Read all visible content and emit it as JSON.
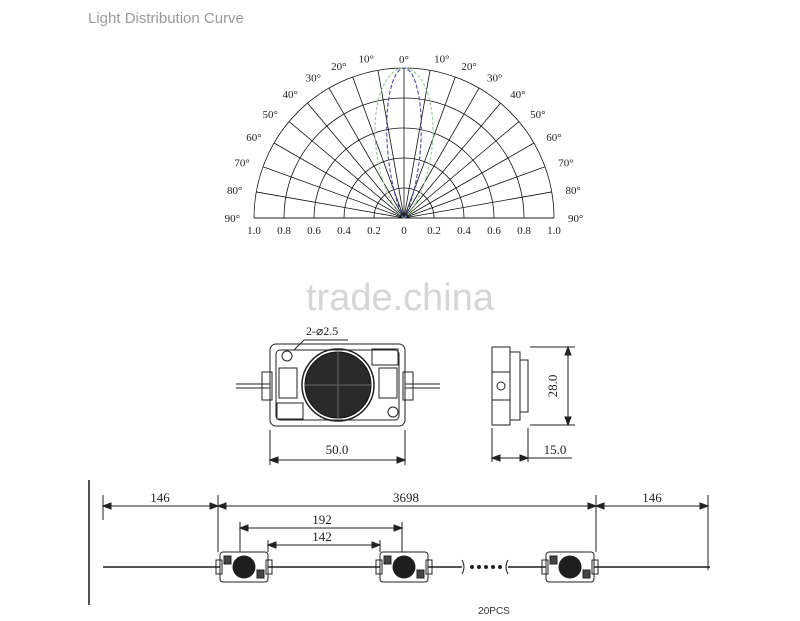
{
  "title": "Light Distribution Curve",
  "polar": {
    "angle_labels_left": [
      "10°",
      "20°",
      "30°",
      "40°",
      "50°",
      "60°",
      "70°",
      "80°",
      "90°"
    ],
    "angle_labels_right": [
      "10°",
      "20°",
      "30°",
      "40°",
      "50°",
      "60°",
      "70°",
      "80°",
      "90°"
    ],
    "angle_label_zero": "0°",
    "scale_labels": [
      "1.0",
      "0.8",
      "0.6",
      "0.4",
      "0.2",
      "0",
      "0.2",
      "0.4",
      "0.6",
      "0.8",
      "1.0"
    ],
    "curve_colors": [
      "#4a4aa8",
      "#8fcf8f"
    ]
  },
  "watermark": "trade.china",
  "module": {
    "hole_label": "2-⌀2.5",
    "width_label": "50.0",
    "height_label": "28.0",
    "depth_label": "15.0"
  },
  "chain": {
    "left_margin": "146",
    "total_length": "3698",
    "right_margin": "146",
    "pitch_outer": "192",
    "pitch_inner": "142",
    "count": "20PCS"
  }
}
